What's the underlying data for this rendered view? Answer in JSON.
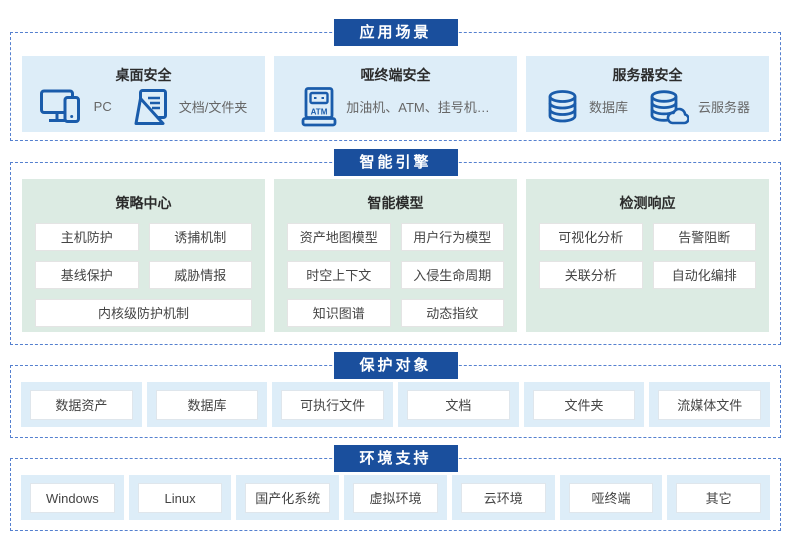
{
  "colors": {
    "badge_bg": "#1a4f9d",
    "dashed_border": "#5580cf",
    "panel_blue": "#ddedf8",
    "panel_green": "#dcebe3",
    "icon_blue": "#1a5cab",
    "box_white": "#ffffff"
  },
  "icons": {
    "atm_label": "ATM"
  },
  "sections": {
    "app": {
      "badge": "应用场景",
      "cards": [
        {
          "title": "桌面安全",
          "items": [
            {
              "icon": "pc-icon",
              "label": "PC"
            },
            {
              "icon": "folder-doc-icon",
              "label": "文档/文件夹"
            }
          ]
        },
        {
          "title": "哑终端安全",
          "items": [
            {
              "icon": "atm-icon",
              "label": "加油机、ATM、挂号机…"
            }
          ]
        },
        {
          "title": "服务器安全",
          "items": [
            {
              "icon": "database-icon",
              "label": "数据库"
            },
            {
              "icon": "cloud-server-icon",
              "label": "云服务器"
            }
          ]
        }
      ]
    },
    "engine": {
      "badge": "智能引擎",
      "panels": [
        {
          "title": "策略中心",
          "rows": [
            [
              "主机防护",
              "诱捕机制"
            ],
            [
              "基线保护",
              "威胁情报"
            ],
            [
              "内核级防护机制"
            ]
          ]
        },
        {
          "title": "智能模型",
          "rows": [
            [
              "资产地图模型",
              "用户行为模型"
            ],
            [
              "时空上下文",
              "入侵生命周期"
            ],
            [
              "知识图谱",
              "动态指纹"
            ]
          ]
        },
        {
          "title": "检测响应",
          "rows": [
            [
              "可视化分析",
              "告警阻断"
            ],
            [
              "关联分析",
              "自动化编排"
            ]
          ]
        }
      ]
    },
    "protect": {
      "badge": "保护对象",
      "chips": [
        "数据资产",
        "数据库",
        "可执行文件",
        "文档",
        "文件夹",
        "流媒体文件"
      ]
    },
    "env": {
      "badge": "环境支持",
      "chips": [
        "Windows",
        "Linux",
        "国产化系统",
        "虚拟环境",
        "云环境",
        "哑终端",
        "其它"
      ]
    }
  }
}
